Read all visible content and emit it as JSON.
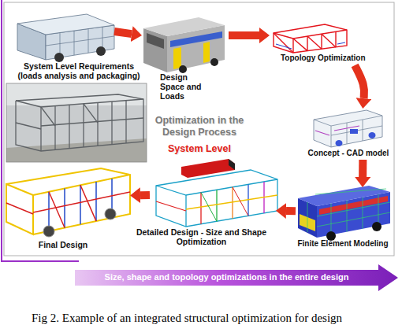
{
  "diagram": {
    "caption": "Fig 2. Example of an integrated structural optimization for design",
    "nodes": [
      {
        "text": [
          "System Level Requirements (loads analysis and packaging)"
        ]
      },
      {
        "text": [
          "Design Space and Loads"
        ]
      },
      {
        "text": [
          "Topology Optimization"
        ]
      },
      {
        "text": [
          "Concept - CAD model"
        ]
      },
      {
        "text": [
          "Finite Element Modeling"
        ]
      },
      {
        "text": [
          "Detailed Design - Size and Shape Optimization"
        ]
      },
      {
        "text": [
          "Final Design"
        ]
      },
      {
        "text": [
          "Size, shape and topology optimizations in the entire design"
        ]
      }
    ],
    "edges": [
      {
        "from": 0,
        "to": 1,
        "arrow": "to"
      },
      {
        "from": 1,
        "to": 2,
        "arrow": "to"
      },
      {
        "from": 2,
        "to": 3,
        "arrow": "to"
      },
      {
        "from": 3,
        "to": 4,
        "arrow": "to"
      },
      {
        "from": 4,
        "to": 5,
        "arrow": "to"
      },
      {
        "from": 5,
        "to": 6,
        "arrow": "to"
      }
    ],
    "labels": [
      "Optimization in the Design Process",
      "System Level"
    ]
  }
}
